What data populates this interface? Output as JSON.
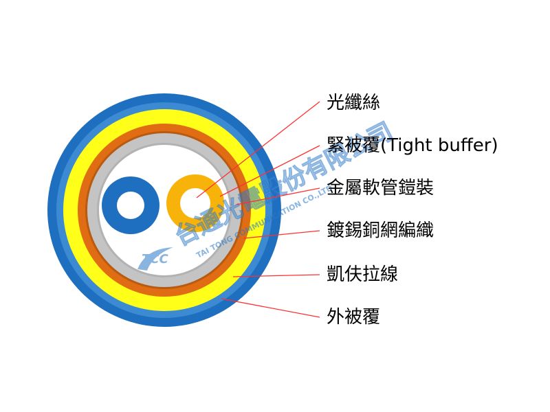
{
  "labels": [
    {
      "id": "fiber",
      "text": "光纖絲"
    },
    {
      "id": "tight-buffer",
      "text": "緊被覆(Tight buffer)"
    },
    {
      "id": "armor",
      "text": "金屬軟管鎧裝"
    },
    {
      "id": "braid",
      "text": "鍍錫銅網編織"
    },
    {
      "id": "kevlar",
      "text": "凱伕拉線"
    },
    {
      "id": "jacket",
      "text": "外被覆"
    }
  ],
  "watermark": {
    "logo": "TCC",
    "company_cn": "台通光電股份有限公司",
    "company_en": "TAI TONG COMMUNICATION CO.,LTD"
  },
  "colors": {
    "outer_jacket": "#1f6fc0",
    "kevlar": "#ffff1a",
    "braid": "#e06d13",
    "armor": "#c4c4c4",
    "blue_fiber": "#1f6fc0",
    "orange_fiber": "#f7b30a",
    "leader_line": "#ff3030"
  }
}
